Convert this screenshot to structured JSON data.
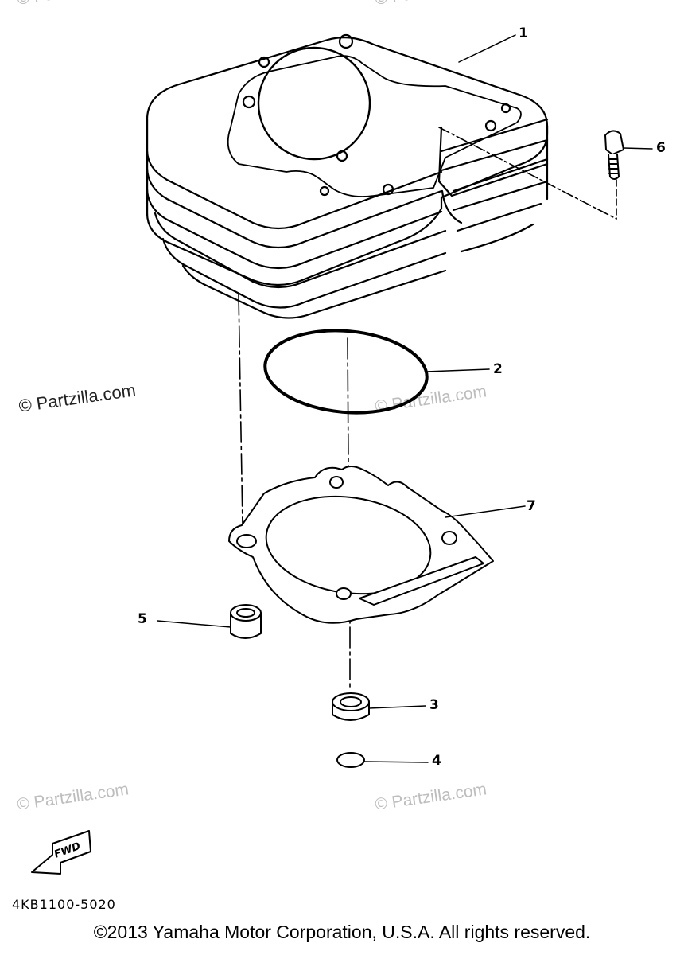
{
  "watermarks": {
    "top_left": "© Partzilla.com",
    "top_center": "© Partzilla.com",
    "mid_left": "© Partzilla.com",
    "mid_center": "© Partzilla.com",
    "bottom_left": "© Partzilla.com",
    "bottom_center": "© Partzilla.com"
  },
  "callouts": [
    "1",
    "2",
    "3",
    "4",
    "5",
    "6",
    "7"
  ],
  "fwd_label": "FWD",
  "part_number": "4KB1100-5020",
  "copyright": "©2013 Yamaha Motor Corporation, U.S.A. All rights reserved."
}
